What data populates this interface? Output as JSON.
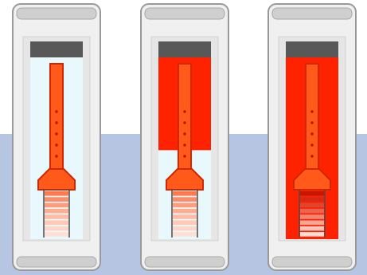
{
  "colors": {
    "chamber_background": "#e8f8fd",
    "chamber_fill": "#ff2200",
    "rod": "#ff5a1a",
    "rod_outline": "#d12600",
    "cap": "#585858",
    "frame": "#f0f0f0",
    "frame_outline": "#9a9a9a",
    "page_band": "#b5c5e2"
  },
  "panels": [
    {
      "name": "panel-stage-1",
      "fill_level": 0.0,
      "bellows": "light"
    },
    {
      "name": "panel-stage-2",
      "fill_level": 0.55,
      "bellows": "light"
    },
    {
      "name": "panel-stage-3",
      "fill_level": 1.0,
      "bellows": "dark"
    }
  ]
}
